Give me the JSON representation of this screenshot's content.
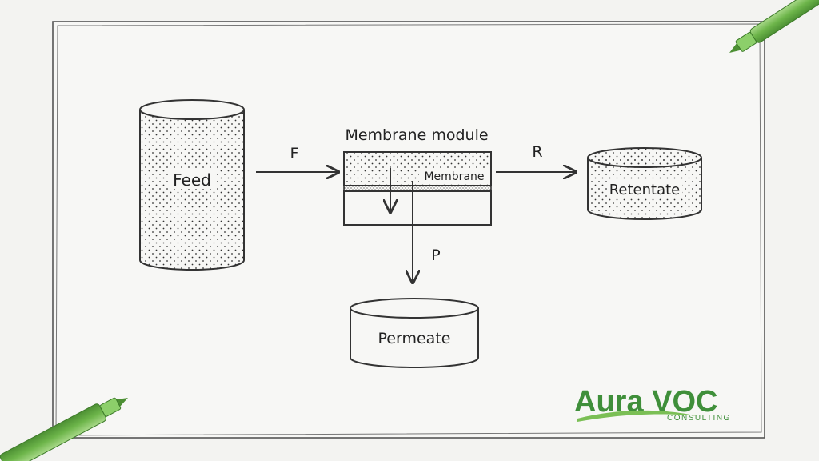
{
  "diagram": {
    "nodes": {
      "feed": "Feed",
      "module_title": "Membrane module",
      "membrane": "Membrane",
      "retentate": "Retentate",
      "permeate": "Permeate"
    },
    "streams": {
      "feed": "F",
      "retentate": "R",
      "permeate": "P"
    }
  },
  "logo": {
    "name": "Aura VOC",
    "tagline": "CONSULTING"
  },
  "colors": {
    "ink": "#333333",
    "paper": "#f7f7f5",
    "brand_green": "#3f8f3a",
    "pen_green": "#6db54a"
  },
  "icons": [
    "green-marker-pen-icon",
    "green-marker-pen-icon"
  ]
}
